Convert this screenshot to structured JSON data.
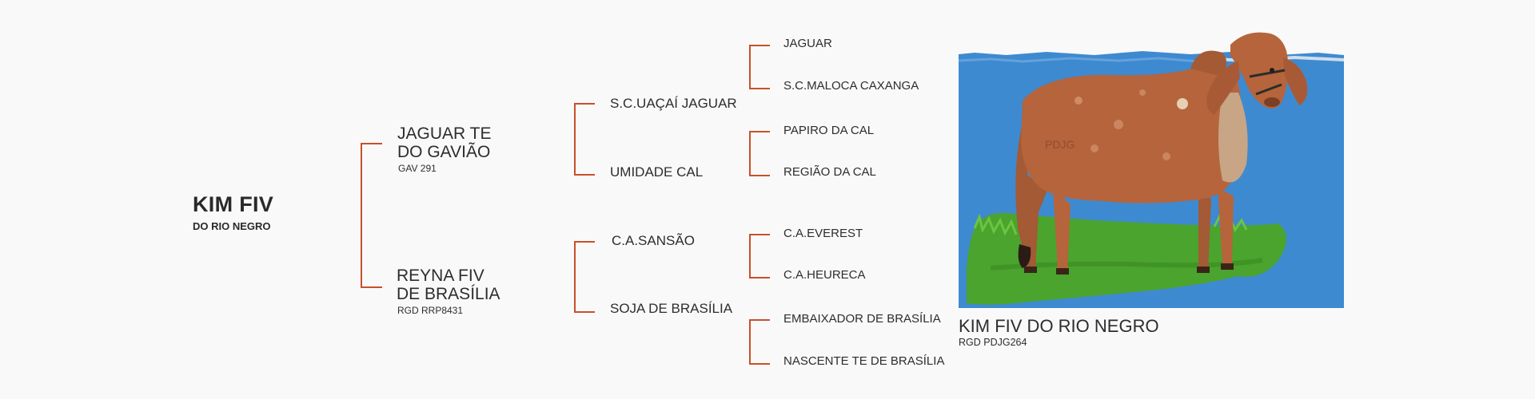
{
  "animal": {
    "name": "KIM FIV",
    "subtitle": "DO RIO NEGRO"
  },
  "sire": {
    "name_line1": "JAGUAR TE",
    "name_line2": "DO GAVIÃO",
    "registration": "GAV 291",
    "sire": "S.C.UAÇAÍ JAGUAR",
    "dam": "UMIDADE CAL",
    "sire_sire": "JAGUAR",
    "sire_dam": "S.C.MALOCA CAXANGA",
    "dam_sire": "PAPIRO DA CAL",
    "dam_dam": "REGIÃO DA CAL"
  },
  "dam": {
    "name_line1": "REYNA FIV",
    "name_line2": "DE BRASÍLIA",
    "registration": "RGD RRP8431",
    "sire": "C.A.SANSÃO",
    "dam": "SOJA DE BRASÍLIA",
    "sire_sire": "C.A.EVEREST",
    "sire_dam": "C.A.HEURECA",
    "dam_sire": "EMBAIXADOR DE BRASÍLIA",
    "dam_dam": "NASCENTE TE DE BRASÍLIA"
  },
  "photo": {
    "caption": "KIM FIV DO RIO NEGRO",
    "registration": "RGD PDJG264",
    "brand_mark": "PDJG"
  },
  "colors": {
    "bracket": "#c8502a",
    "background": "#f9f9f9",
    "sky": "#3e8ad0",
    "grass": "#4aa42e",
    "cow": "#b5643c"
  }
}
